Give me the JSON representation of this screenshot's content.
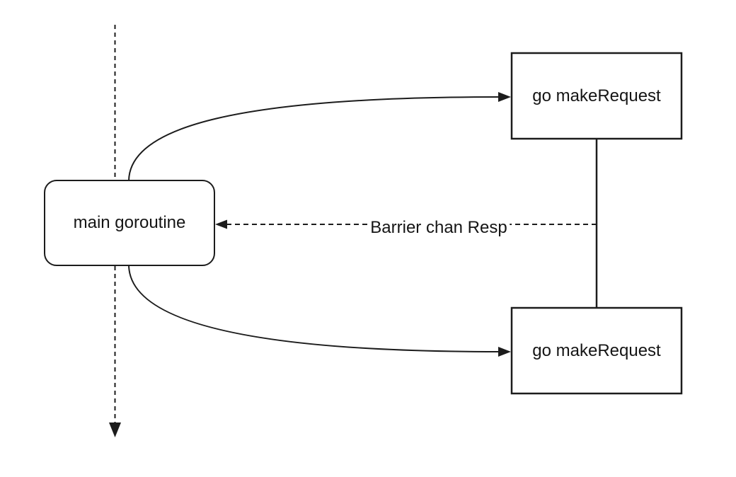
{
  "colors": {
    "background": "#ffffff",
    "stroke": "#1c1c1c",
    "text": "#151515"
  },
  "nodes": {
    "main": {
      "label": "main goroutine",
      "shape": "rounded-rect"
    },
    "worker_top": {
      "label": "go makeRequest",
      "shape": "rect"
    },
    "worker_bottom": {
      "label": "go makeRequest",
      "shape": "rect"
    }
  },
  "edges": {
    "timeline": {
      "style": "dashed",
      "direction": "down"
    },
    "spawn_top": {
      "from": "main",
      "to": "worker_top",
      "style": "solid-curve"
    },
    "spawn_bottom": {
      "from": "main",
      "to": "worker_bottom",
      "style": "solid-curve"
    },
    "worker_connector": {
      "from": "worker_top",
      "to": "worker_bottom",
      "style": "solid"
    },
    "barrier": {
      "label": "Barrier chan Resp",
      "from": "workers",
      "to": "main",
      "style": "dashed"
    }
  }
}
